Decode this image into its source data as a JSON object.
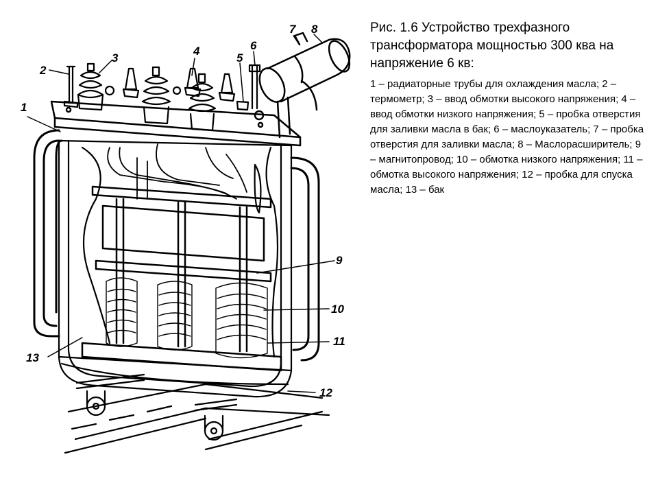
{
  "caption": {
    "title": "Рис. 1.6 Устройство трехфазного трансформатора мощностью 300 ква на напряжение 6 кв:",
    "legend": "1 – радиаторные трубы для охлаждения масла; 2 – термометр; 3 – ввод обмотки высокого напряжения; 4 – ввод обмотки низкого напряжения; 5 – пробка отверстия для заливки масла в бак; 6 – маслоуказатель; 7 – пробка отверстия для заливки масла; 8 – Маслорасширитель; 9 – магнитопровод; 10 – обмотка низкого напряжения; 11 – обмотка высокого напряжения; 12 – пробка для спуска масла; 13 – бак"
  },
  "callouts": {
    "n1": "1",
    "n2": "2",
    "n3": "3",
    "n4": "4",
    "n5": "5",
    "n6": "6",
    "n7": "7",
    "n8": "8",
    "n9": "9",
    "n10": "10",
    "n11": "11",
    "n12": "12",
    "n13": "13"
  }
}
